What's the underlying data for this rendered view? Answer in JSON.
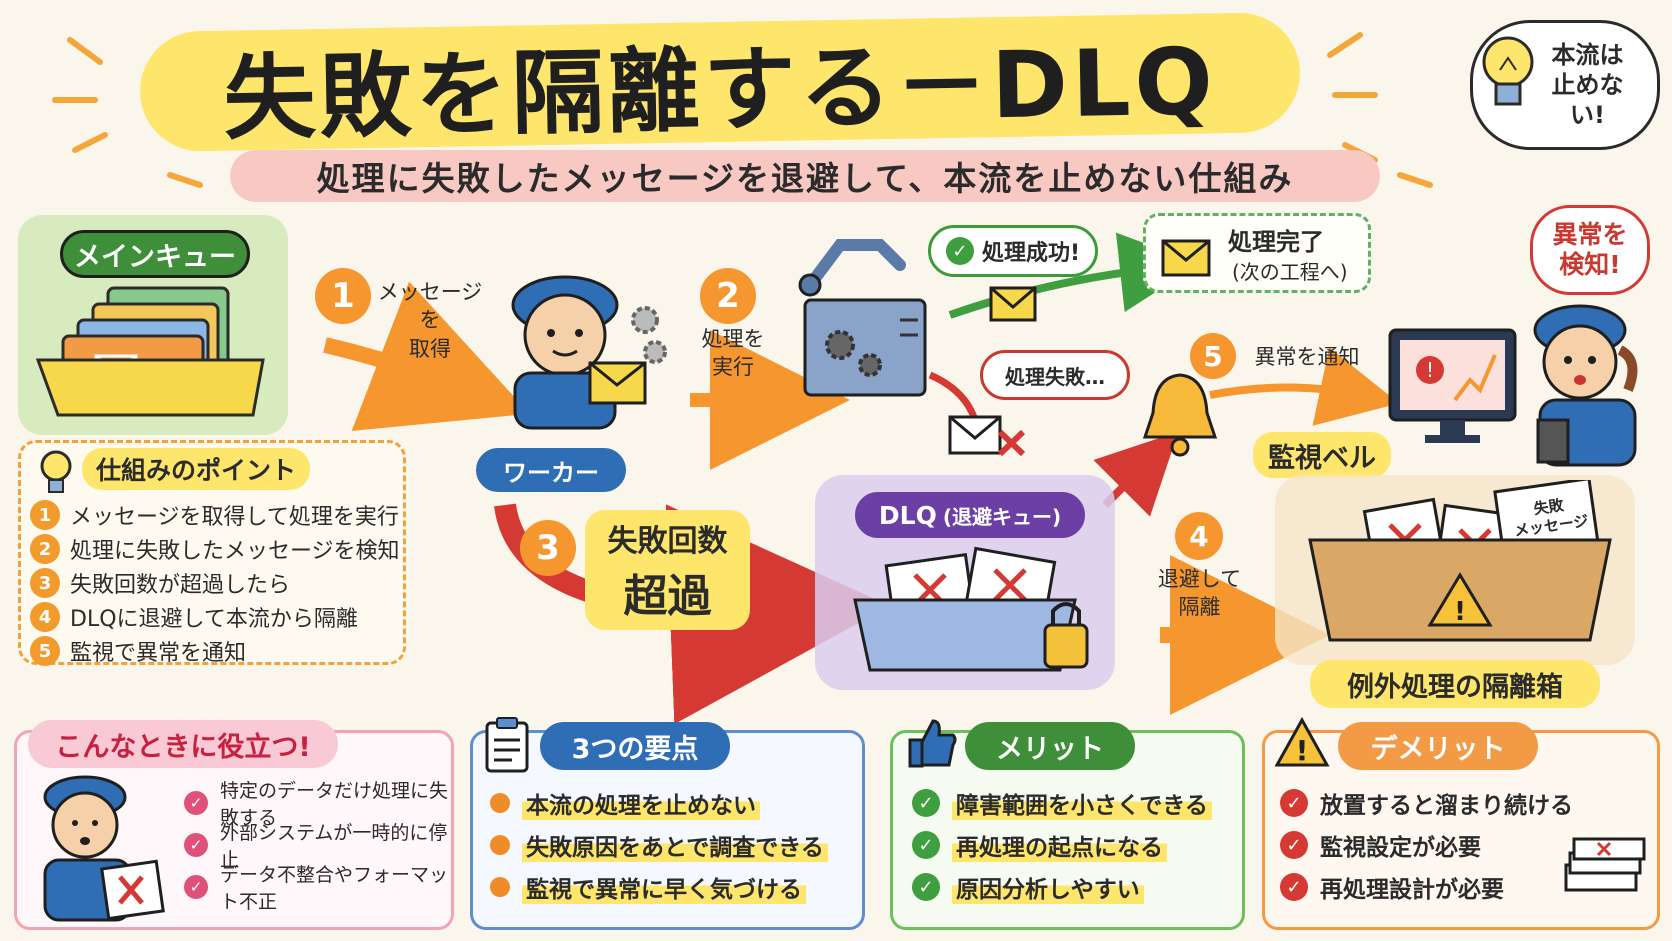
{
  "header": {
    "title": "失敗を隔離する－DLQ",
    "subtitle": "処理に失敗したメッセージを退避して、本流を止めない仕組み",
    "note": "本流は\n止めない!"
  },
  "main_queue": {
    "label": "メインキュー"
  },
  "points": {
    "title": "仕組みのポイント",
    "items": [
      {
        "num": "1",
        "text": "メッセージを取得して処理を実行"
      },
      {
        "num": "2",
        "text": "処理に失敗したメッセージを検知"
      },
      {
        "num": "3",
        "text": "失敗回数が超過したら"
      },
      {
        "num": "4",
        "text": "DLQに退避して本流から隔離"
      },
      {
        "num": "5",
        "text": "監視で異常を通知"
      }
    ]
  },
  "flow": {
    "step1": {
      "num": "1",
      "label": "メッセージを\n取得"
    },
    "worker_label": "ワーカー",
    "step2": {
      "num": "2",
      "label": "処理を\n実行"
    },
    "success_bubble": "処理成功!",
    "done": {
      "label": "処理完了",
      "sub": "(次の工程へ)"
    },
    "fail_bubble": "処理失敗…",
    "step3": {
      "num": "3",
      "line1": "失敗回数",
      "line2": "超過"
    },
    "dlq_label": "DLQ",
    "dlq_sub": "(退避キュー)",
    "step5": {
      "num": "5",
      "label": "異常を通知"
    },
    "bell_label": "監視ベル",
    "alert_bubble": "異常を\n検知!",
    "step4": {
      "num": "4",
      "label": "退避して\n隔離"
    },
    "box_label": "例外処理の隔離箱",
    "box_paper": "失敗\nメッセージ"
  },
  "useful": {
    "title": "こんなときに役立つ!",
    "items": [
      "特定のデータだけ処理に失敗する",
      "外部システムが一時的に停止",
      "データ不整合やフォーマット不正"
    ]
  },
  "keypoints": {
    "title": "3つの要点",
    "items": [
      "本流の処理を止めない",
      "失敗原因をあとで調査できる",
      "監視で異常に早く気づける"
    ]
  },
  "merits": {
    "title": "メリット",
    "items": [
      "障害範囲を小さくできる",
      "再処理の起点になる",
      "原因分析しやすい"
    ]
  },
  "demerits": {
    "title": "デメリット",
    "items": [
      "放置すると溜まり続ける",
      "監視設定が必要",
      "再処理設計が必要"
    ]
  },
  "colors": {
    "green": "#3f8f3a",
    "blue": "#2f6db5",
    "purple": "#6b3fa3",
    "orange": "#f5962e",
    "red": "#d43a33"
  }
}
